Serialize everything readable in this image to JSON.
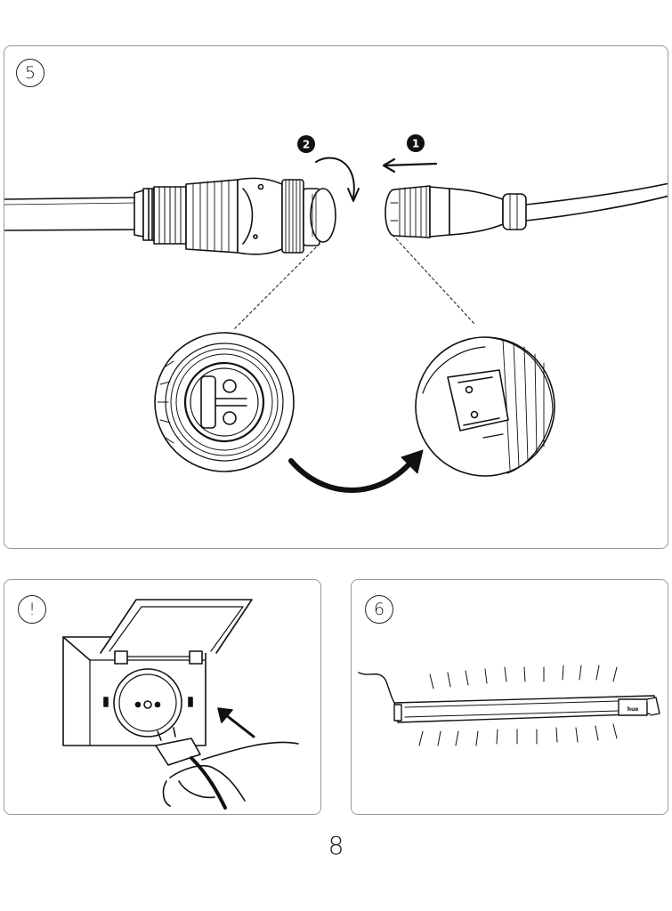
{
  "steps": {
    "step5_label": "5",
    "warning_label": "!",
    "step6_label": "6"
  },
  "sub_steps": {
    "first": "1",
    "second": "2"
  },
  "device_brand": "hue",
  "page_number": "8"
}
